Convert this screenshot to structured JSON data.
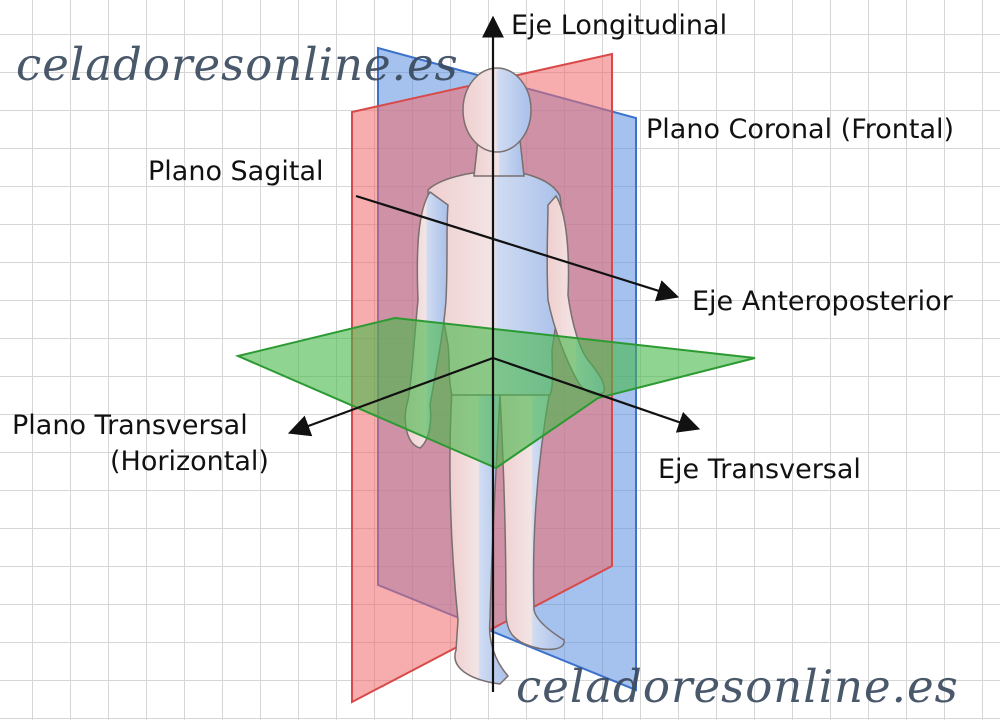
{
  "watermark": {
    "top": "celadoresonline.es",
    "bottom": "celadoresonline.es"
  },
  "labels": {
    "eje_longitudinal": "Eje Longitudinal",
    "plano_coronal": "Plano Coronal (Frontal)",
    "plano_sagital": "Plano Sagital",
    "eje_anteroposterior": "Eje Anteroposterior",
    "plano_transversal_line1": "Plano Transversal",
    "plano_transversal_line2": "(Horizontal)",
    "eje_transversal": "Eje Transversal"
  },
  "colors": {
    "sagittal_plane": "#f06a6a",
    "coronal_plane": "#5b8fe0",
    "transverse_plane": "#46b84a",
    "arrow": "#111111",
    "skin_left": "#f2d2d0",
    "skin_right": "#c8d6f0"
  }
}
